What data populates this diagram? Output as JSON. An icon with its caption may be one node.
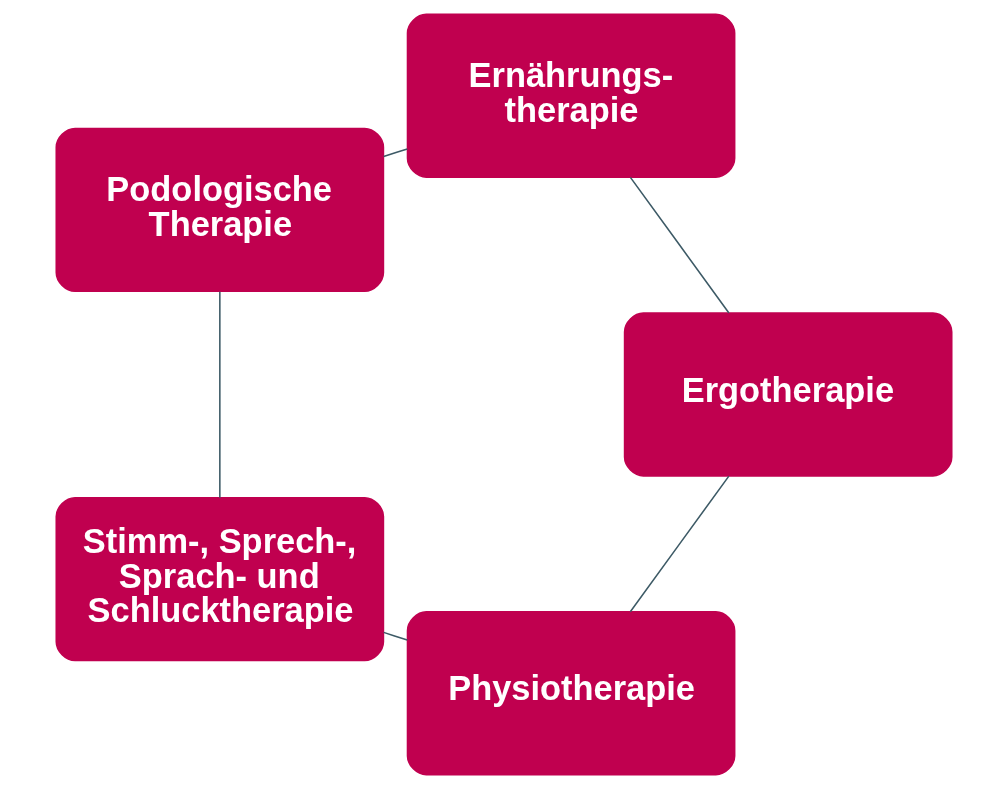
{
  "diagram": {
    "nodes": [
      {
        "text": [
          "Physiotherapie"
        ]
      },
      {
        "text": [
          "Ergotherapie"
        ]
      },
      {
        "text": [
          "Stimm-, Sprech-, Sprach- und Schlucktherapie"
        ]
      },
      {
        "text": [
          "Ernährungs- therapie"
        ]
      },
      {
        "text": [
          "Podologische Therapie"
        ]
      }
    ],
    "edges": [
      {
        "from": 0,
        "to": 2,
        "arrow": "none"
      },
      {
        "from": 2,
        "to": 4,
        "arrow": "none"
      },
      {
        "from": 4,
        "to": 3,
        "arrow": "none"
      },
      {
        "from": 3,
        "to": 1,
        "arrow": "none"
      },
      {
        "from": 1,
        "to": 0,
        "arrow": "none"
      }
    ]
  }
}
